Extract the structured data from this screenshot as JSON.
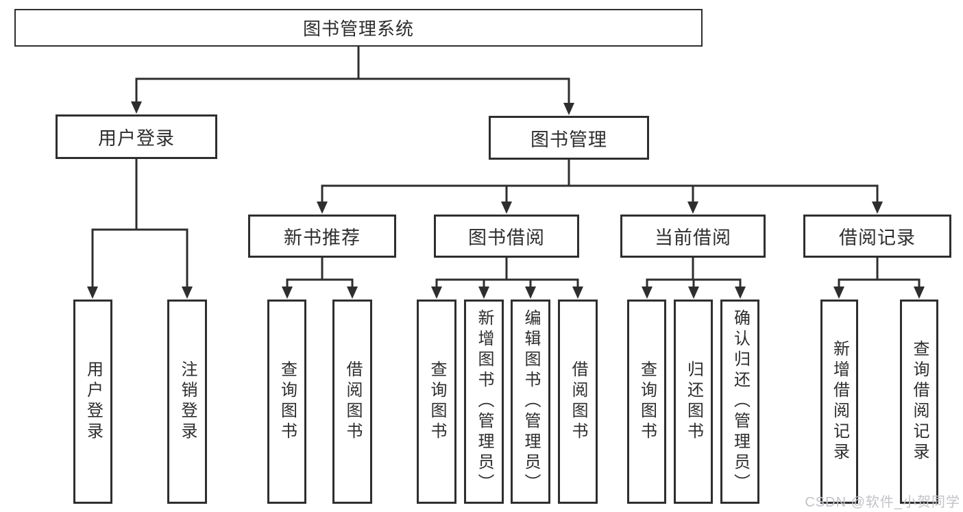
{
  "diagram": {
    "root": "图书管理系统",
    "level2": {
      "user_login": "用户登录",
      "book_mgmt": "图书管理"
    },
    "level3": {
      "new_book_rec": "新书推荐",
      "book_borrow": "图书借阅",
      "current_borrow": "当前借阅",
      "borrow_records": "借阅记录"
    },
    "leaves": {
      "user_login": "用户登录",
      "logout": "注销登录",
      "rec_query_book": "查询图书",
      "rec_borrow_book": "借阅图书",
      "bb_query_book": "查询图书",
      "bb_add_book": "新增图书（管理员）",
      "bb_edit_book": "编辑图书（管理员）",
      "bb_borrow_book": "借阅图书",
      "cb_query_book": "查询图书",
      "cb_return_book": "归还图书",
      "cb_confirm_return": "确认归还（管理员）",
      "br_add_record": "新增借阅记录",
      "br_query_record": "查询借阅记录"
    }
  },
  "watermark": "CSDN @软件_小贺同学",
  "colors": {
    "line": "#2e2e2e",
    "text": "#2d2d2d",
    "watermark": "#c2c2c9",
    "background": "#ffffff"
  }
}
